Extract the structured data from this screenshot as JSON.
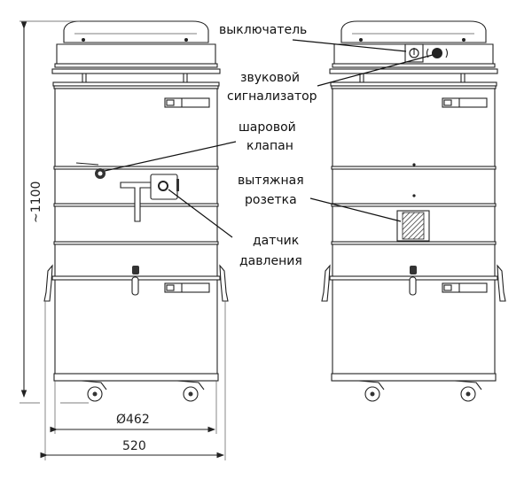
{
  "labels": {
    "switch": "выключатель",
    "buzzer_line1": "звуковой",
    "buzzer_line2": "сигнализатор",
    "ball_valve_line1": "шаровой",
    "ball_valve_line2": "клапан",
    "exhaust_line1": "вытяжная",
    "exhaust_line2": "розетка",
    "pressure_line1": "датчик",
    "pressure_line2": "давления"
  },
  "dimensions": {
    "height": "~1100",
    "diameter": "Ø462",
    "width": "520"
  }
}
